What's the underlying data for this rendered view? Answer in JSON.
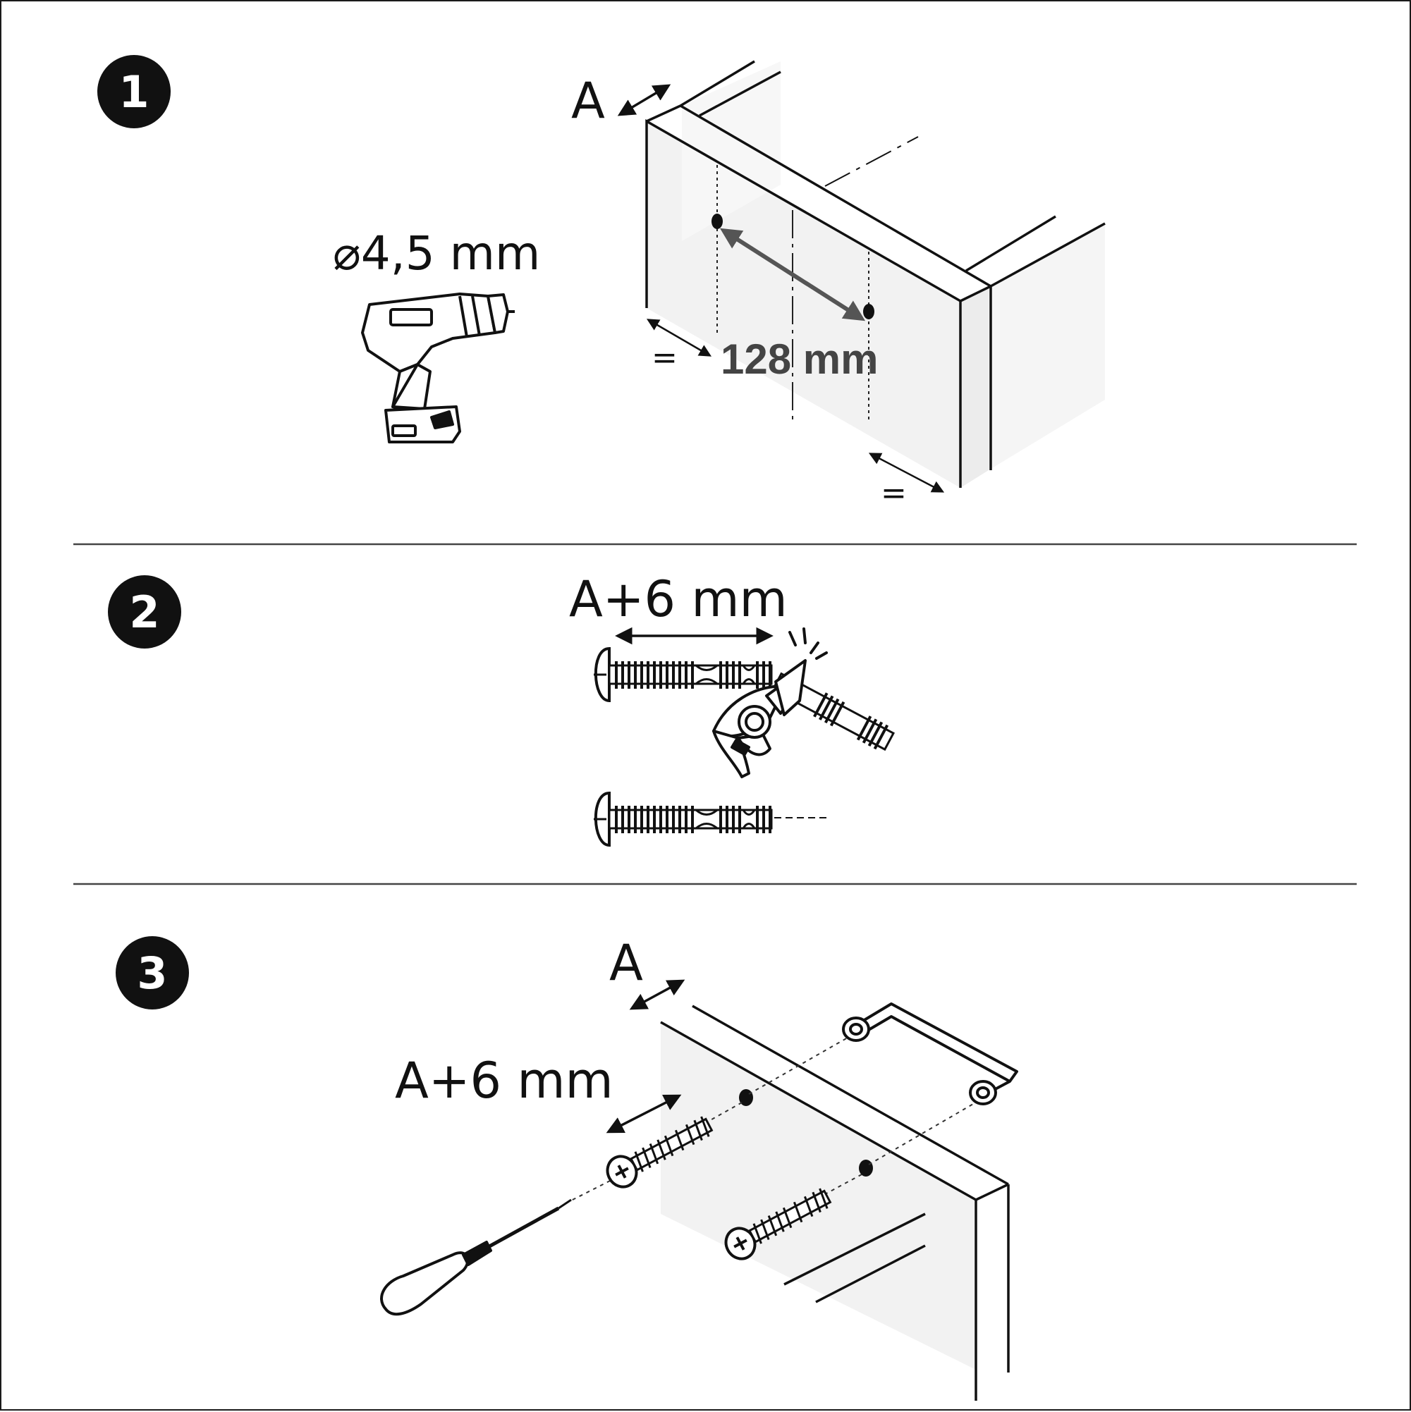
{
  "steps": [
    {
      "number": "1",
      "drill_diameter": "⌀4,5 mm",
      "edge_label": "A",
      "hole_spacing": "128 mm",
      "equal_mark_left": "=",
      "equal_mark_right": "="
    },
    {
      "number": "2",
      "cut_length": "A+6 mm"
    },
    {
      "number": "3",
      "edge_label": "A",
      "screw_length": "A+6 mm"
    }
  ],
  "icons": [
    "cordless-drill-icon",
    "side-cutter-icon",
    "screwdriver-icon",
    "screw-icon",
    "handle-icon"
  ],
  "colors": {
    "ink": "#111111",
    "panel_shade": "#f2f2f2",
    "dimension_arrow": "#555555",
    "dimension_text": "#444444"
  }
}
